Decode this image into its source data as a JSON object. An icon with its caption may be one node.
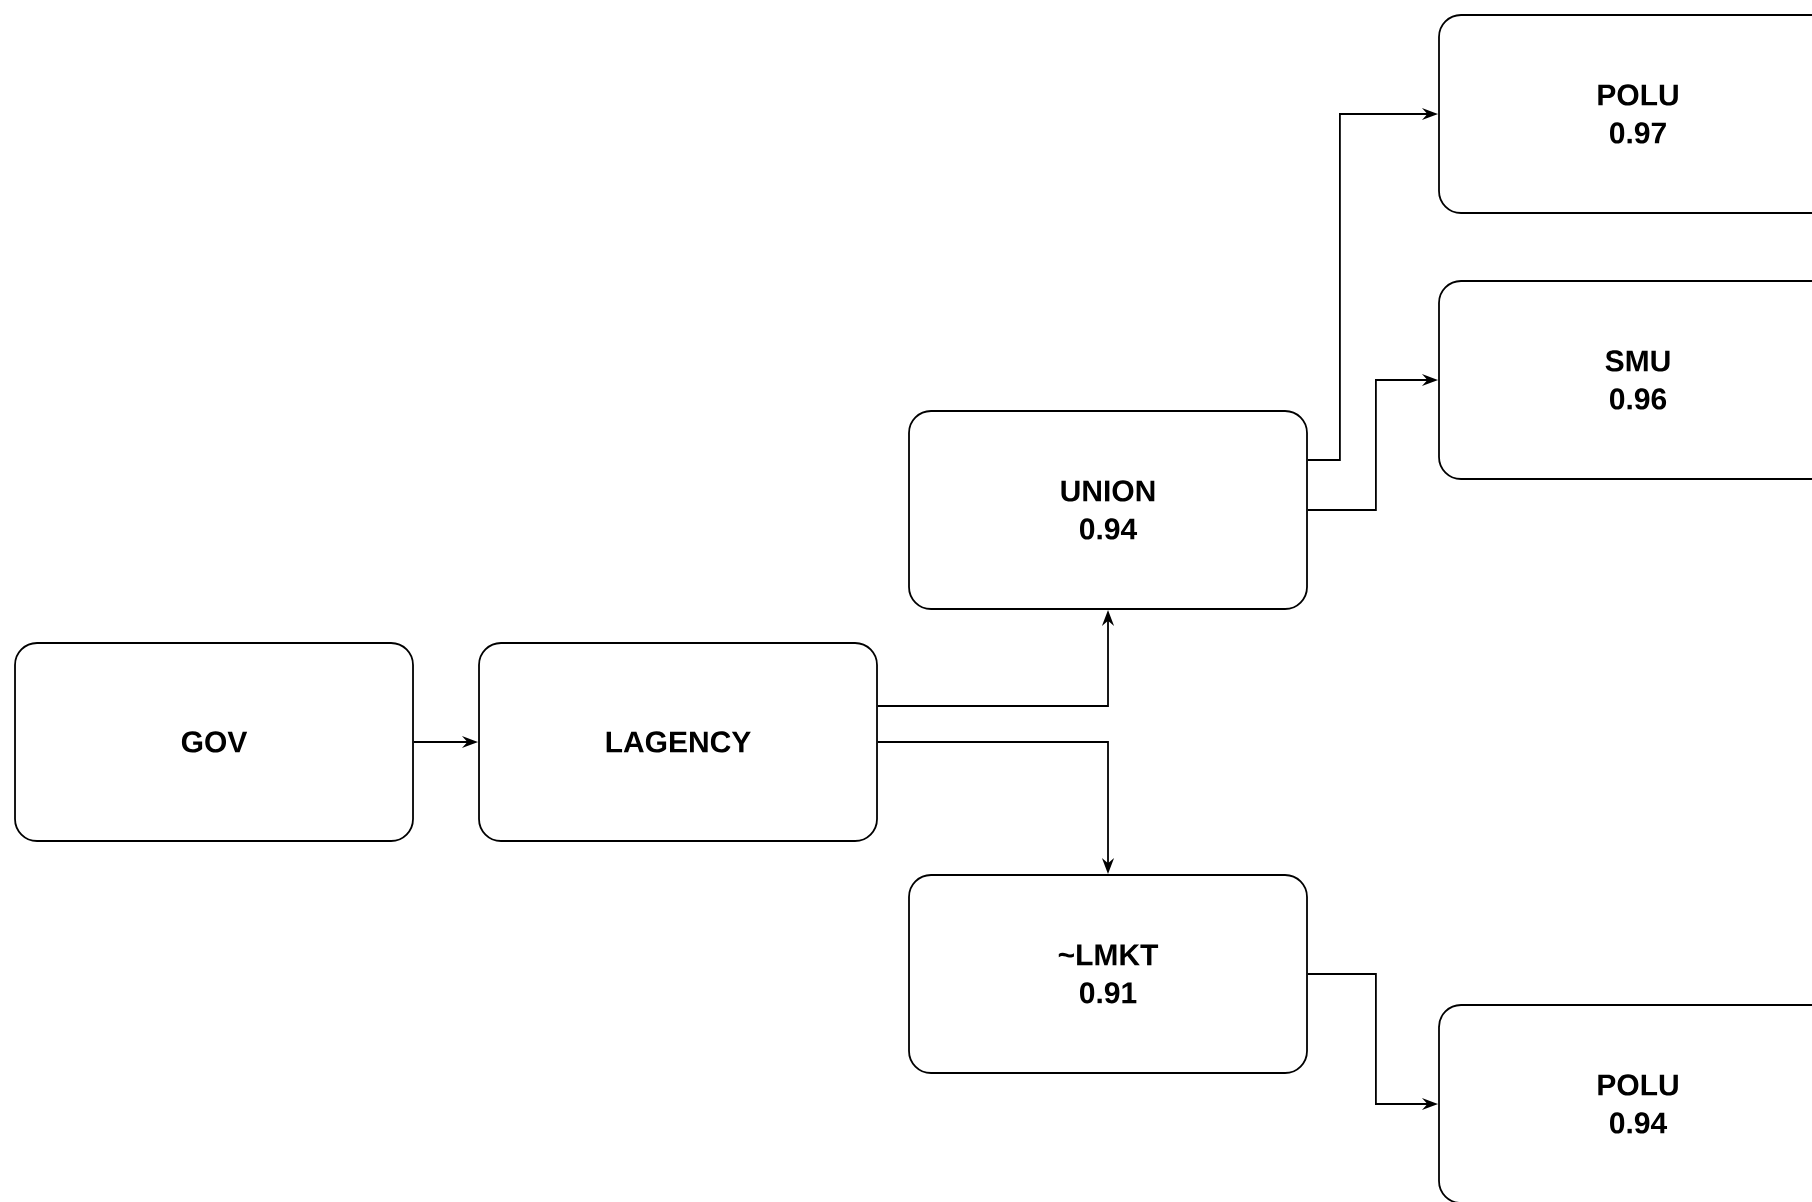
{
  "diagram": {
    "nodes": [
      {
        "text": [
          "GOV"
        ]
      },
      {
        "text": [
          "LAGENCY"
        ]
      },
      {
        "text": [
          "UNION",
          "0.94"
        ]
      },
      {
        "text": [
          "~LMKT",
          "0.91"
        ]
      },
      {
        "text": [
          "POLU",
          "0.97"
        ]
      },
      {
        "text": [
          "SMU",
          "0.96"
        ]
      },
      {
        "text": [
          "POLU",
          "0.94"
        ]
      }
    ],
    "edges": [
      {
        "from": 0,
        "to": 1,
        "arrow": "to"
      },
      {
        "from": 1,
        "to": 2,
        "arrow": "to"
      },
      {
        "from": 1,
        "to": 3,
        "arrow": "to"
      },
      {
        "from": 2,
        "to": 4,
        "arrow": "to"
      },
      {
        "from": 2,
        "to": 5,
        "arrow": "to"
      },
      {
        "from": 3,
        "to": 6,
        "arrow": "to"
      }
    ]
  }
}
